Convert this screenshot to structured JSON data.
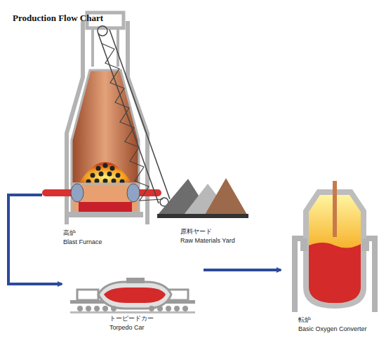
{
  "diagram": {
    "title": "Production Flow Chart",
    "nodes": [
      {
        "text": [
          "高炉",
          "Blast Furnace"
        ]
      },
      {
        "text": [
          "原料ヤード",
          "Raw Materials Yard"
        ]
      },
      {
        "text": [
          "トーピードカー",
          "Torpedo Car"
        ]
      },
      {
        "text": [
          "転炉",
          "Basic Oxygen Converter"
        ]
      }
    ],
    "edges": [
      {
        "from": 0,
        "to": 2,
        "arrow": "to"
      },
      {
        "from": 2,
        "to": 3,
        "arrow": "to"
      }
    ]
  }
}
